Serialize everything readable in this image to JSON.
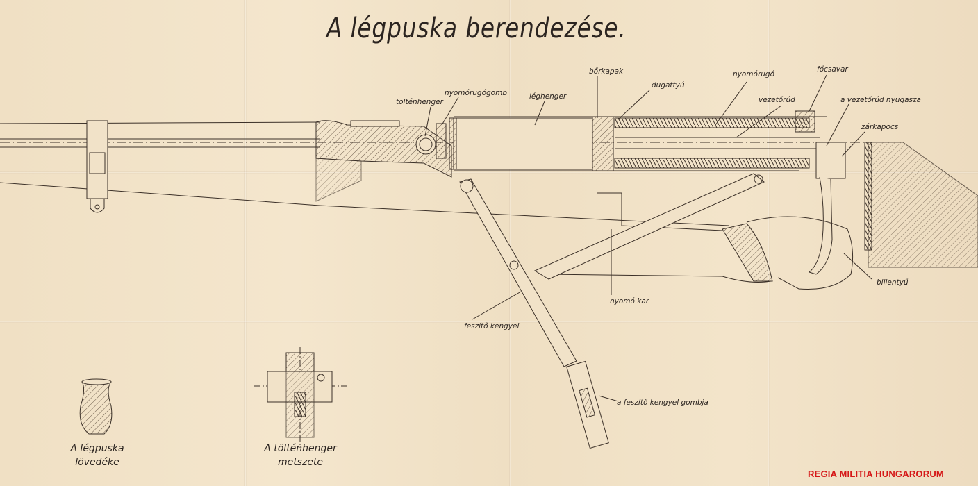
{
  "title": "A légpuska berendezése.",
  "labels": {
    "borkapak": "bőrkapak",
    "nyomorugo": "nyomórugó",
    "focsavar": "főcsavar",
    "dugattyu": "dugattyú",
    "nyomorugogomb": "nyomórugógomb",
    "legcsohenger": "léghenger",
    "toltenyhenger": "tölténhenger",
    "vezetorud": "vezetőrúd",
    "vezetorud_nyugasza": "a vezetőrúd nyugasza",
    "zarkapocs": "zárkapocs",
    "nyomo_kar": "nyomó kar",
    "billentyu": "billentyű",
    "feszito_kengyel": "feszítő kengyel",
    "feszito_kengyel_gombja": "a feszítő kengyel gombja"
  },
  "captions": {
    "projectile_line1": "A légpuska",
    "projectile_line2": "lövedéke",
    "section_line1": "A tölténhenger",
    "section_line2": "metszete"
  },
  "watermark": "REGIA MILITIA HUNGARORUM",
  "colors": {
    "paper": "#f1e2c8",
    "ink": "#2b2420",
    "watermark": "#d51818"
  }
}
